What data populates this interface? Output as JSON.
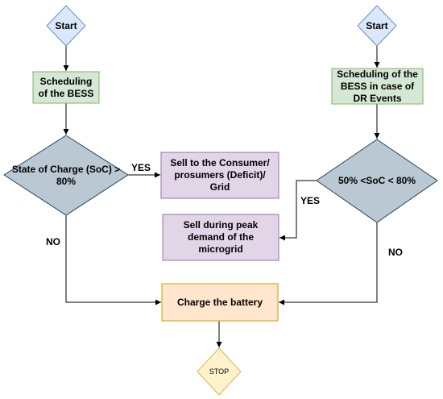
{
  "nodes": {
    "start_left": "Start",
    "start_right": "Start",
    "scheduling_left": "Scheduling of the BESS",
    "scheduling_right": "Scheduling of the BESS in case of DR Events",
    "soc_check_left": "State of Charge (SoC) > 80%",
    "soc_check_right": "50% <SoC < 80%",
    "sell_consumer": "Sell to the Consumer/ prosumers (Deficit)/ Grid",
    "sell_peak": "Sell during peak demand of the microgrid",
    "charge_battery": "Charge the battery",
    "stop": "STOP"
  },
  "edge_labels": {
    "yes_left": "YES",
    "yes_right": "YES",
    "no_left": "NO",
    "no_right": "NO"
  },
  "colors": {
    "start_fill": "#dae8fc",
    "start_stroke": "#6c8ebf",
    "process_fill": "#d5e8d4",
    "process_stroke": "#82b366",
    "decision_fill": "#bac8d3",
    "decision_stroke": "#23445d",
    "sell_fill": "#e1d5e7",
    "sell_stroke": "#9673a6",
    "charge_fill": "#ffe6cc",
    "charge_stroke": "#d79b00",
    "stop_fill": "#fff2cc",
    "stop_stroke": "#d6b656",
    "edge": "#000000"
  }
}
